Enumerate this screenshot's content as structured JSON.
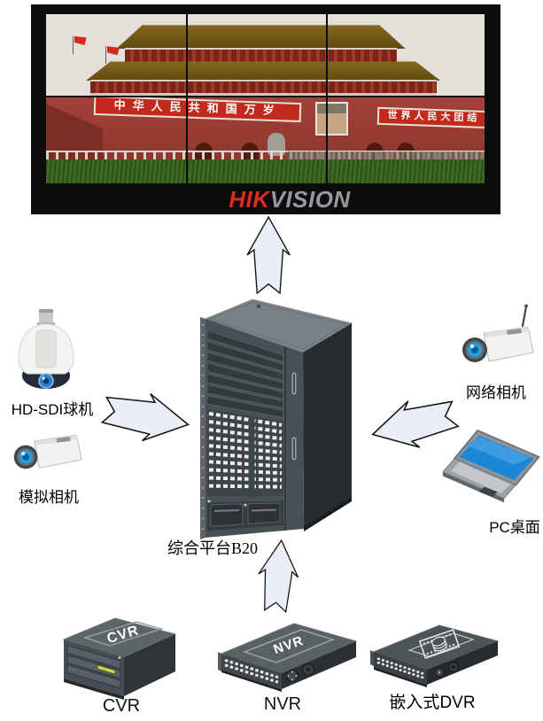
{
  "video_wall": {
    "banner_left": "中华人民共和国万岁",
    "banner_right": "世界人民大团结",
    "logo": {
      "hik": "HIK",
      "vision": "VISION"
    },
    "grid": {
      "columns": 3,
      "rows": 2
    }
  },
  "platform": {
    "label": "综合平台B20"
  },
  "devices": {
    "hd_sdi_dome": {
      "label_latin": "HD-SDI",
      "label_cjk": "球机"
    },
    "analog_camera": {
      "label": "模拟相机"
    },
    "network_camera": {
      "label": "网络相机"
    },
    "pc_desktop": {
      "label_latin": "PC",
      "label_cjk": "桌面"
    },
    "cvr": {
      "panel_text": "CVR",
      "label": "CVR"
    },
    "nvr": {
      "panel_text": "NVR",
      "label": "NVR"
    },
    "embedded_dvr": {
      "label_cjk": "嵌入式",
      "label_latin": "DVR"
    }
  },
  "colors": {
    "arrow_fill": "#e9eef8",
    "arrow_stroke": "#141414",
    "logo_red": "#dd2b20",
    "logo_gray": "#95999e"
  }
}
